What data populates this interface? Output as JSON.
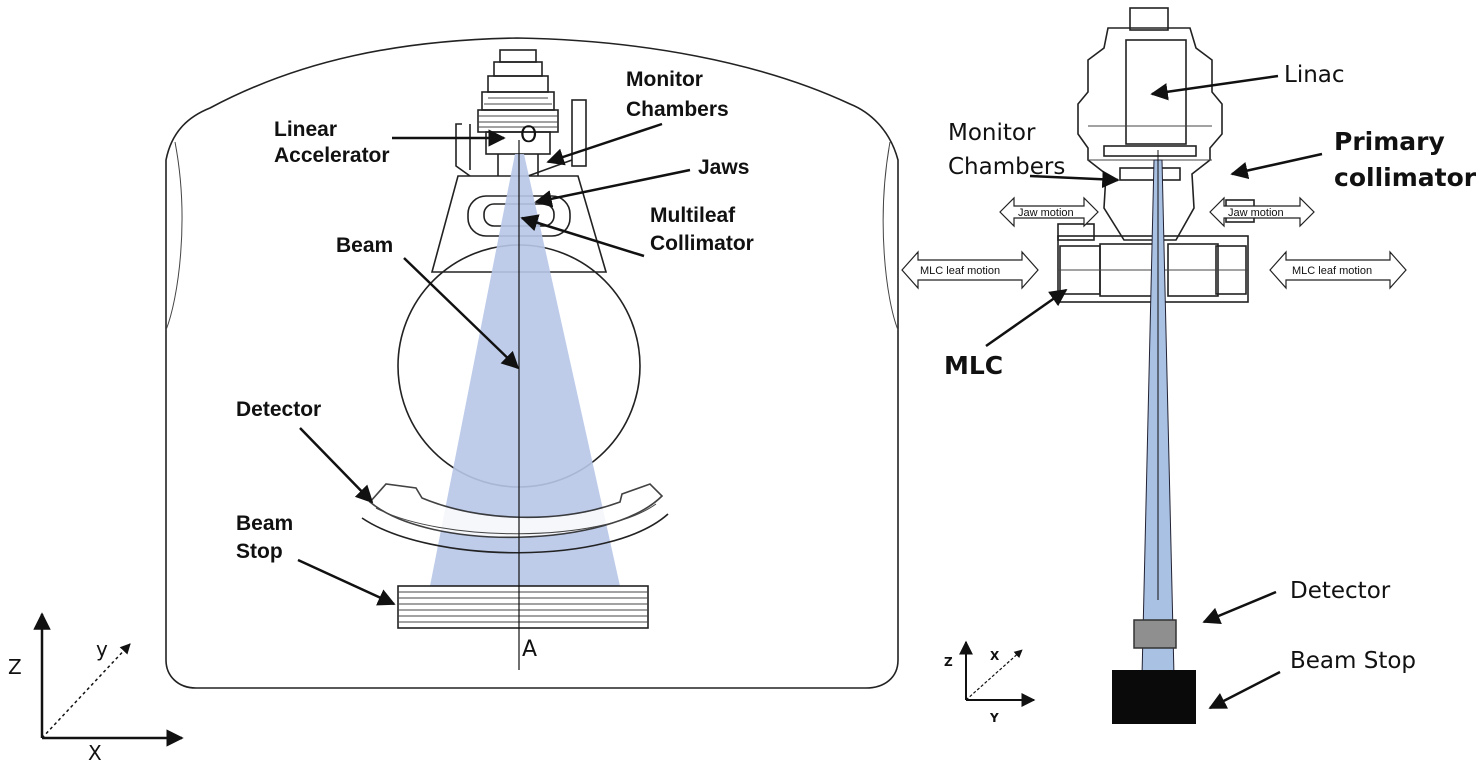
{
  "left_diagram": {
    "labels": {
      "linear_accelerator_1": "Linear",
      "linear_accelerator_2": "Accelerator",
      "monitor_chambers_1": "Monitor",
      "monitor_chambers_2": "Chambers",
      "jaws": "Jaws",
      "multileaf_1": "Multileaf",
      "multileaf_2": "Collimator",
      "beam": "Beam",
      "detector": "Detector",
      "beam_stop_1": "Beam",
      "beam_stop_2": "Stop",
      "point_o": "O",
      "point_a": "A"
    },
    "axes": {
      "z": "Z",
      "y": "y",
      "x": "X"
    },
    "beam_color": "#b7c6e8"
  },
  "right_diagram": {
    "labels": {
      "linac": "Linac",
      "monitor_chambers_1": "Monitor",
      "monitor_chambers_2": "Chambers",
      "primary_collimator_1": "Primary",
      "primary_collimator_2": "collimator",
      "jaw_motion_left": "Jaw motion",
      "jaw_motion_right": "Jaw motion",
      "mlc_motion_left": "MLC leaf motion",
      "mlc_motion_right": "MLC leaf motion",
      "mlc": "MLC",
      "detector": "Detector",
      "beam_stop": "Beam Stop"
    },
    "axes": {
      "z": "Z",
      "x": "X",
      "y": "Y"
    },
    "beam_color": "#a9c1e3"
  }
}
